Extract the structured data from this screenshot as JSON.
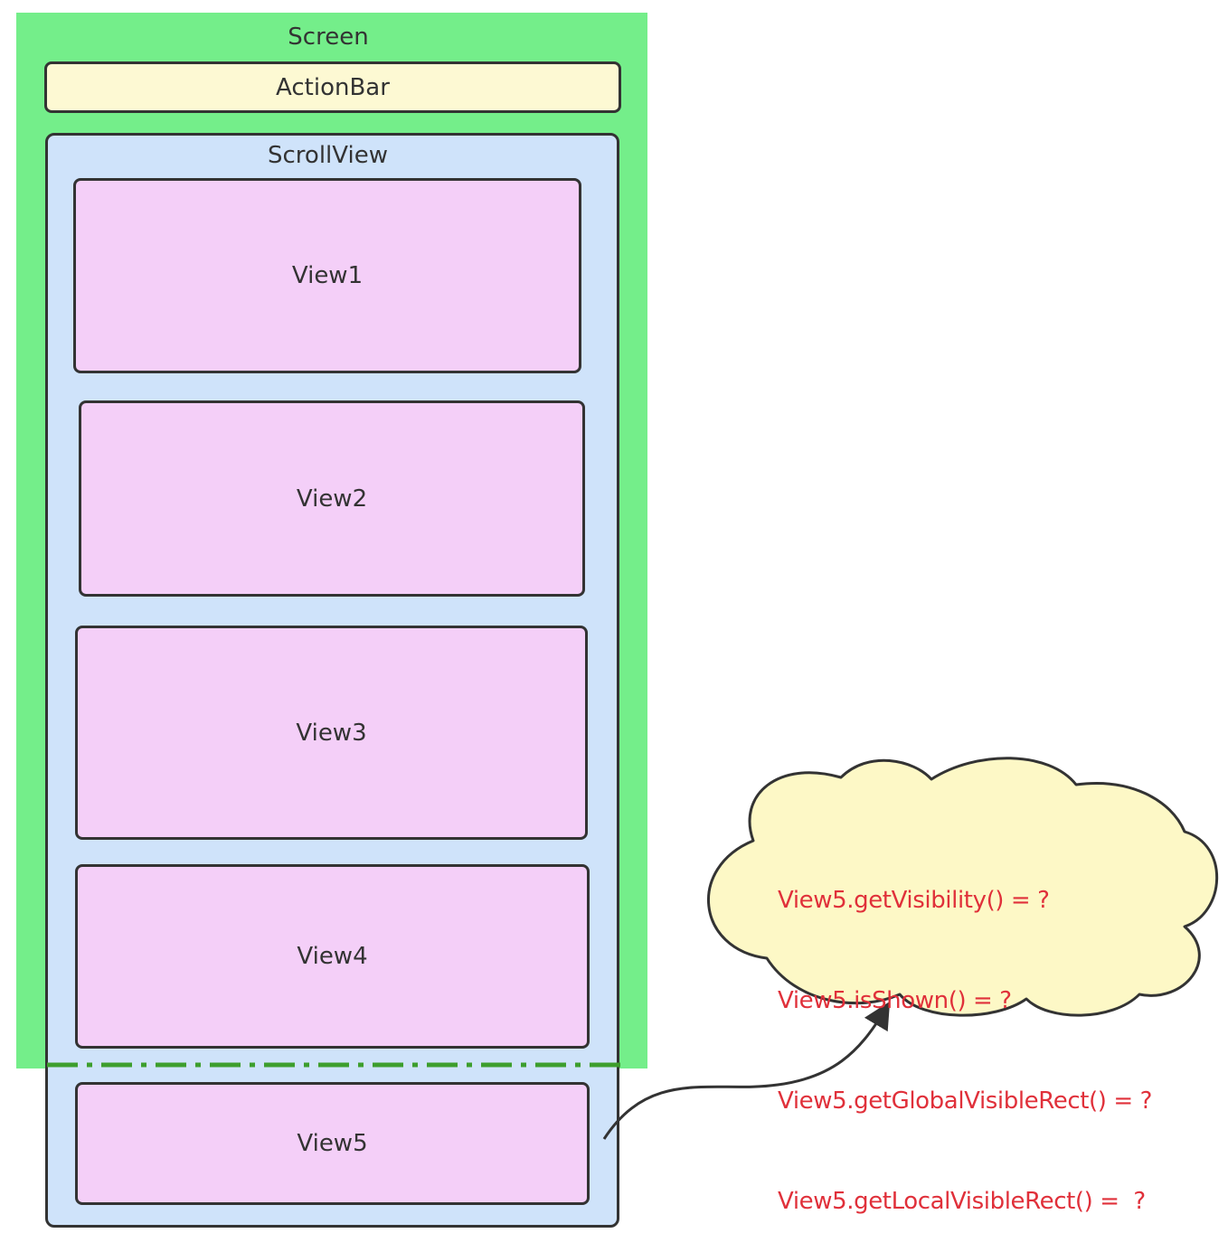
{
  "colors": {
    "screen": "#74ee8a",
    "actionbar": "#fdf9d3",
    "scrollview": "#cfe3fa",
    "view": "#f4cff8",
    "cutoff_line": "#3d9e2d",
    "cloud": "#fdf8c6",
    "cloud_text": "#e0303a",
    "stroke": "#333333"
  },
  "screen": {
    "label": "Screen"
  },
  "actionbar": {
    "label": "ActionBar"
  },
  "scrollview": {
    "label": "ScrollView",
    "views": [
      {
        "label": "View1"
      },
      {
        "label": "View2"
      },
      {
        "label": "View3"
      },
      {
        "label": "View4"
      },
      {
        "label": "View5"
      }
    ]
  },
  "callout": {
    "lines": [
      "View5.getVisibility() = ?",
      "View5.isShown() = ?",
      "View5.getGlobalVisibleRect() = ?",
      "View5.getLocalVisibleRect() =  ?"
    ]
  }
}
